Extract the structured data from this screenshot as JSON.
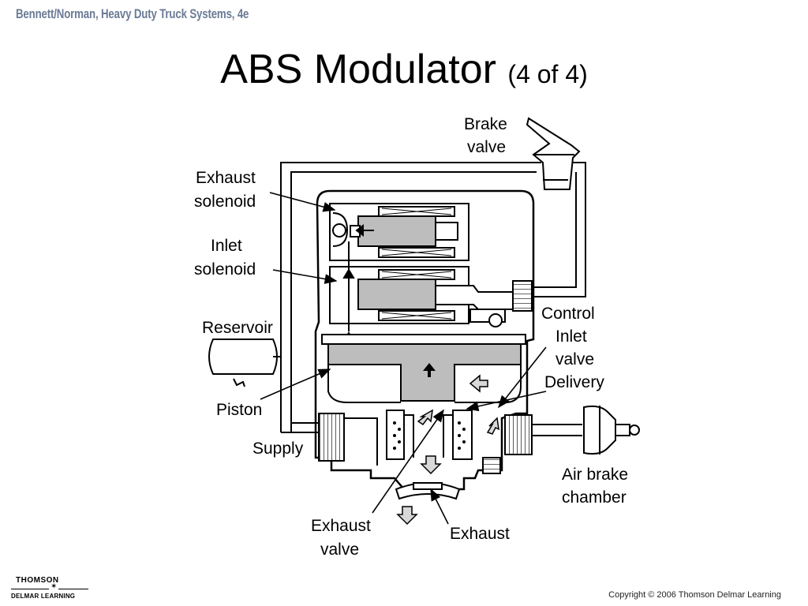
{
  "header": {
    "book_title": "Bennett/Norman, Heavy Duty Truck Systems, 4e"
  },
  "slide": {
    "title": "ABS Modulator",
    "title_suffix": "(4 of 4)"
  },
  "diagram": {
    "labels": {
      "brake_valve_1": "Brake",
      "brake_valve_2": "valve",
      "exhaust_solenoid_1": "Exhaust",
      "exhaust_solenoid_2": "solenoid",
      "inlet_solenoid_1": "Inlet",
      "inlet_solenoid_2": "solenoid",
      "reservoir": "Reservoir",
      "control": "Control",
      "inlet_valve_1": "Inlet",
      "inlet_valve_2": "valve",
      "delivery": "Delivery",
      "piston": "Piston",
      "supply": "Supply",
      "air_brake_chamber_1": "Air brake",
      "air_brake_chamber_2": "chamber",
      "exhaust_valve_1": "Exhaust",
      "exhaust_valve_2": "valve",
      "exhaust": "Exhaust"
    }
  },
  "footer": {
    "logo_line1": "THOMSON",
    "logo_line2": "DELMAR LEARNING",
    "copyright": "Copyright © 2006 Thomson Delmar Learning"
  }
}
